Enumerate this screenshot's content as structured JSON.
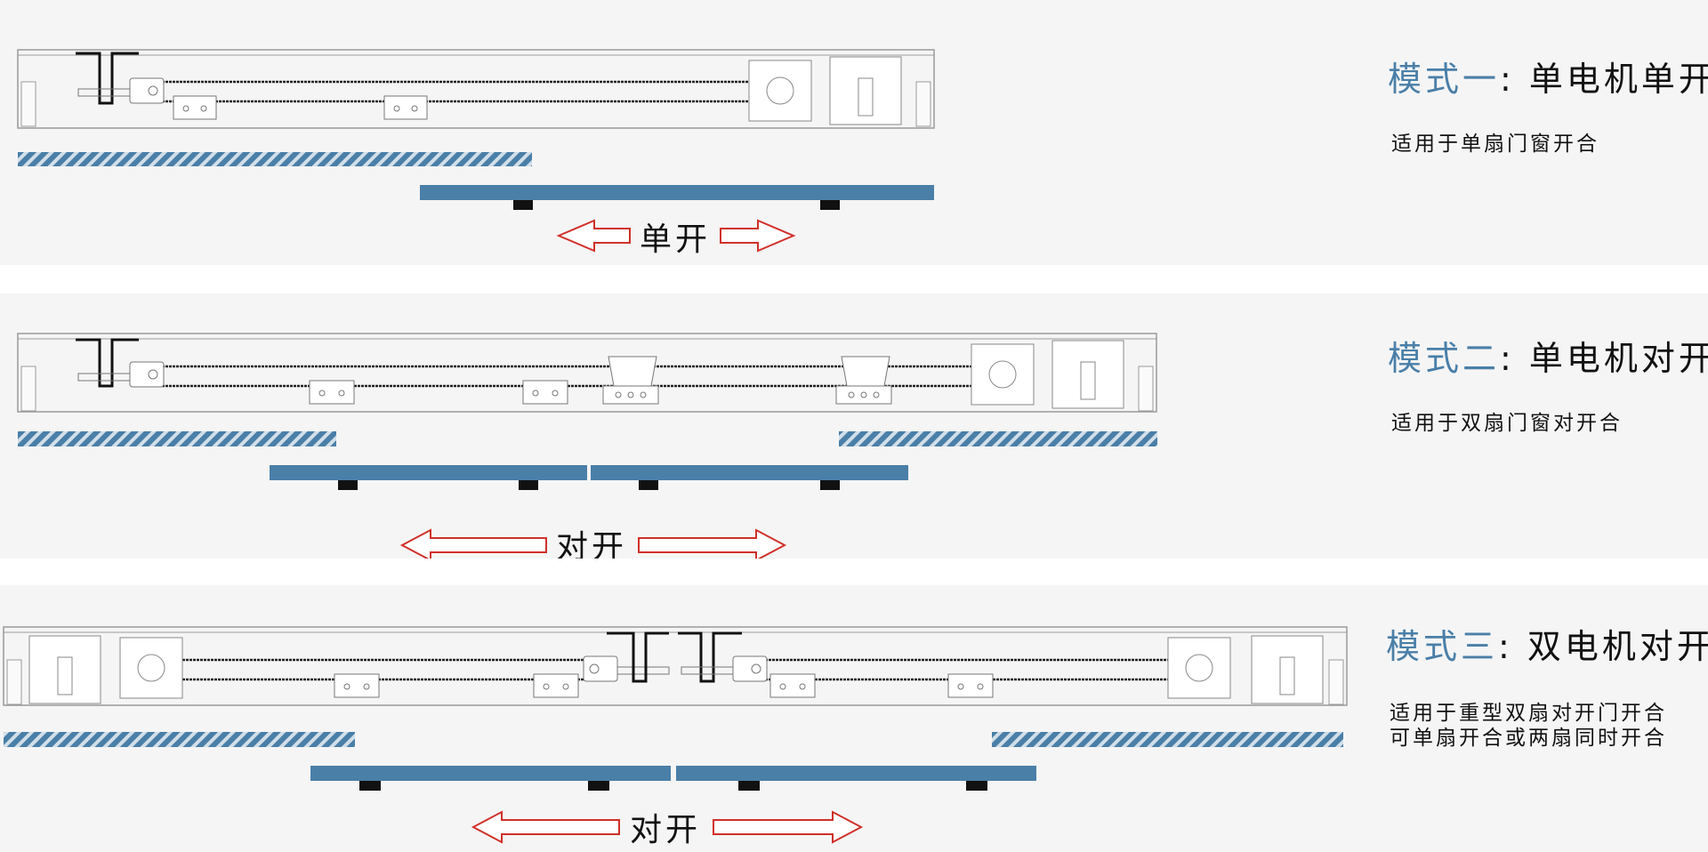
{
  "modes": [
    {
      "name_prefix": "模式一",
      "name_suffix": ": 单电机单开",
      "description": [
        "适用于单扇门窗开合"
      ],
      "motion_label": "单开"
    },
    {
      "name_prefix": "模式二",
      "name_suffix": ": 单电机对开",
      "description": [
        "适用于双扇门窗对开合"
      ],
      "motion_label": "对开"
    },
    {
      "name_prefix": "模式三",
      "name_suffix": ": 双电机对开",
      "description": [
        "适用于重型双扇对开门开合",
        "可单扇开合或两扇同时开合"
      ],
      "motion_label": "对开"
    }
  ],
  "colors": {
    "accent": "#4a7fa8",
    "panel": "#4a7fa8",
    "arrow": "#d0302a",
    "background": "#f5f5f5"
  }
}
